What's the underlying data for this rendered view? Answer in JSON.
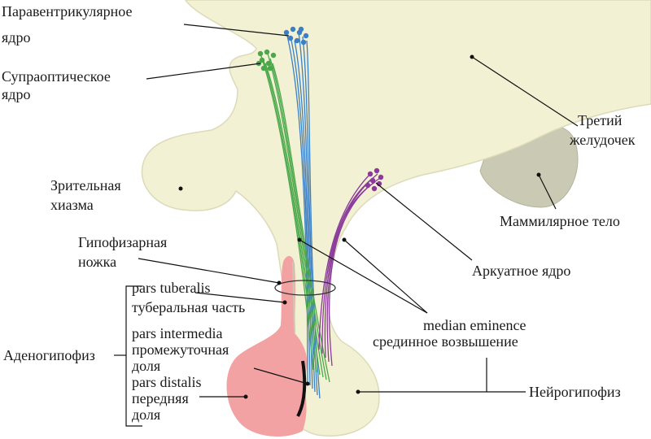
{
  "colors": {
    "tissue": "#f3f1d4",
    "tissue_edge": "#dcdab8",
    "adeno": "#f2a2a2",
    "mammillary": "#c9c9b4",
    "blue": "#3b7fc4",
    "green": "#4aa84a",
    "purple": "#8a3a9a"
  },
  "labels": {
    "paraventricular": [
      "Паравентрикулярное",
      "ядро"
    ],
    "supraoptic": [
      "Супраоптическое",
      "ядро"
    ],
    "chiasm": [
      "Зрительная",
      "хиазма"
    ],
    "stalk": [
      "Гипофизарная",
      "ножка"
    ],
    "adenohypophysis": "Аденогипофиз",
    "pars_tuberalis": "pars tuberalis",
    "tuberal_part": "туберальная часть",
    "pars_intermedia": "pars intermedia",
    "intermediate_lobe": [
      "промежуточная",
      "доля"
    ],
    "pars_distalis": "pars distalis",
    "anterior_lobe": [
      "передняя",
      "доля"
    ],
    "third_ventricle": [
      "Третий",
      "желудочек"
    ],
    "mammillary": "Маммилярное тело",
    "arcuate": "Аркуатное ядро",
    "median_eminence": "median eminence",
    "median_eminence_ru": "срединное возвышение",
    "neurohypophysis": "Нейрогипофиз"
  }
}
